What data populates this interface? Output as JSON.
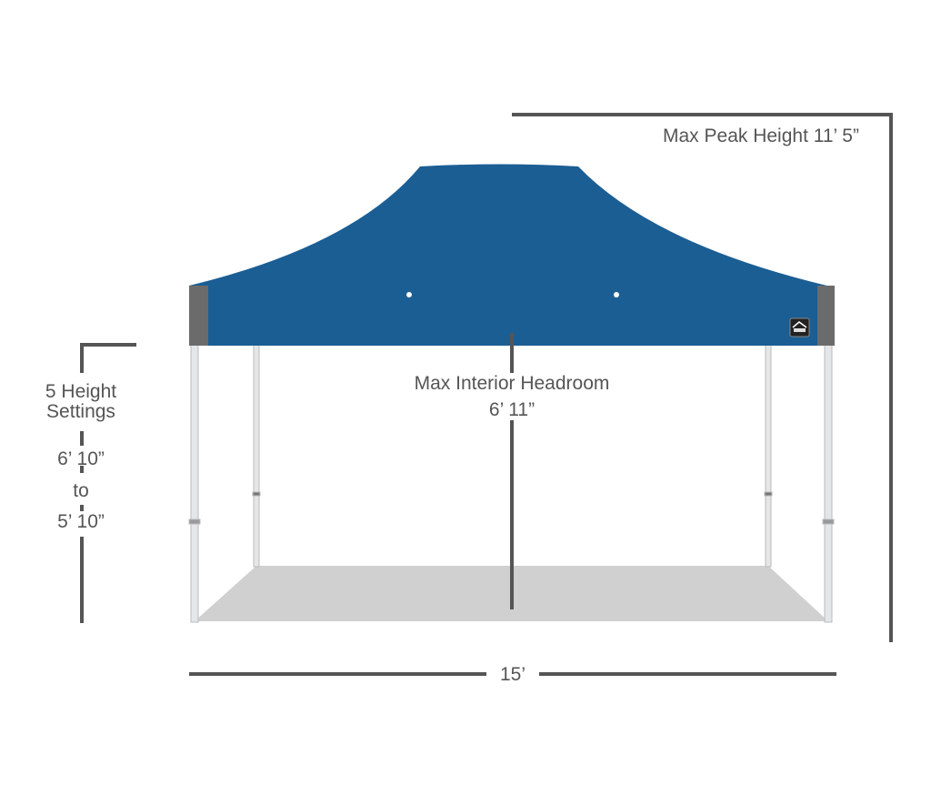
{
  "labels": {
    "peak_height": "Max Peak Height 11’ 5”",
    "height_settings_1": "5 Height",
    "height_settings_2": "Settings",
    "height_max": "6’ 10”",
    "height_to": "to",
    "height_min": "5’ 10”",
    "headroom_1": "Max Interior Headroom",
    "headroom_2": "6’ 11”",
    "width": "15’"
  },
  "colors": {
    "canopy": "#1b5e94",
    "valance_end": "#6b6b6b",
    "floor": "#d0d0d0",
    "dimension_line": "#555555"
  }
}
